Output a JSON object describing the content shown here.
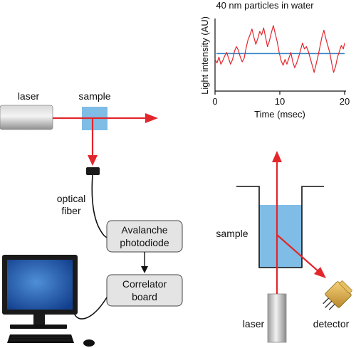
{
  "setup": {
    "laser_label": "laser",
    "sample_label": "sample",
    "fiber_label_line1": "optical",
    "fiber_label_line2": "fiber",
    "apd_label_line1": "Avalanche",
    "apd_label_line2": "photodiode",
    "correlator_label_line1": "Correlator",
    "correlator_label_line2": "board"
  },
  "cuvette": {
    "sample_label": "sample",
    "laser_label": "laser",
    "detector_label": "detector"
  },
  "colors": {
    "beam": "#e3262b",
    "sample_blue": "#7fbde6",
    "trace_red": "#e3262b",
    "mean_line_blue": "#2a7dc3",
    "box_fill": "#e4e4e4",
    "detector_gold": "#e0b24a"
  },
  "chart_data": {
    "type": "line",
    "title": "40 nm particles in water",
    "xlabel": "Time (msec)",
    "ylabel": "Light intensity (AU)",
    "xlim": [
      0,
      20
    ],
    "ylim": [
      -3.2,
      3
    ],
    "xticks": [
      0,
      10,
      20
    ],
    "xtick_labels": [
      "0",
      "10",
      "20"
    ],
    "mean": 0,
    "x": [
      0,
      0.3,
      0.6,
      0.9,
      1.2,
      1.5,
      1.8,
      2.1,
      2.4,
      2.7,
      3.0,
      3.3,
      3.6,
      3.9,
      4.2,
      4.5,
      4.8,
      5.1,
      5.4,
      5.7,
      6.0,
      6.3,
      6.6,
      6.9,
      7.2,
      7.5,
      7.8,
      8.1,
      8.4,
      8.7,
      9.0,
      9.3,
      9.6,
      9.9,
      10.2,
      10.5,
      10.8,
      11.1,
      11.4,
      11.7,
      12.0,
      12.3,
      12.6,
      12.9,
      13.2,
      13.5,
      13.8,
      14.1,
      14.4,
      14.7,
      15.0,
      15.3,
      15.6,
      15.9,
      16.2,
      16.5,
      16.8,
      17.1,
      17.4,
      17.7,
      18.0,
      18.3,
      18.6,
      18.9,
      19.2,
      19.5,
      19.8,
      20.0
    ],
    "series": [
      {
        "values": [
          -0.5,
          -0.8,
          -0.3,
          -0.9,
          -0.6,
          -0.2,
          0.1,
          -0.4,
          -0.9,
          -0.5,
          0.2,
          0.6,
          0.3,
          -0.3,
          -0.7,
          -0.4,
          0.5,
          1.2,
          1.6,
          2.1,
          1.4,
          0.8,
          1.3,
          1.9,
          1.6,
          2.2,
          1.4,
          0.6,
          1.1,
          1.8,
          2.4,
          1.7,
          1.0,
          0.1,
          -0.6,
          -1.0,
          -0.5,
          -0.9,
          -0.4,
          0.1,
          -0.7,
          -1.2,
          -0.8,
          -0.3,
          0.3,
          0.9,
          0.4,
          0.6,
          0.2,
          -0.4,
          -1.0,
          -1.6,
          -0.9,
          -0.2,
          0.6,
          1.4,
          2.0,
          1.3,
          0.7,
          0.1,
          -0.8,
          -1.6,
          -1.1,
          -0.3,
          0.2,
          0.7,
          0.4,
          0.9
        ]
      }
    ]
  }
}
